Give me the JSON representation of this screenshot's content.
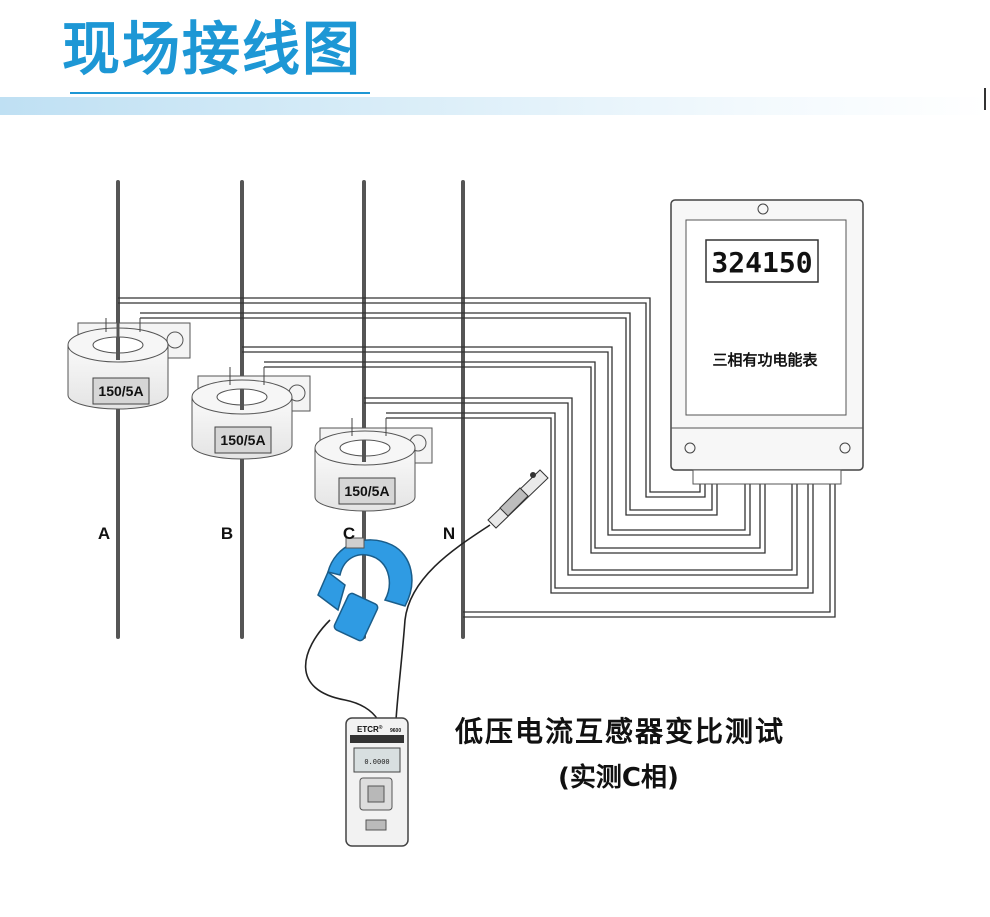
{
  "header": {
    "title": "现场接线图"
  },
  "phases": [
    {
      "id": "A",
      "label": "A"
    },
    {
      "id": "B",
      "label": "B"
    },
    {
      "id": "C",
      "label": "C"
    },
    {
      "id": "N",
      "label": "N"
    }
  ],
  "transformers": [
    {
      "phase": "A",
      "rating": "150/5A"
    },
    {
      "phase": "B",
      "rating": "150/5A"
    },
    {
      "phase": "C",
      "rating": "150/5A"
    }
  ],
  "meter": {
    "reading": "324150",
    "name": "三相有功电能表"
  },
  "tester": {
    "brand": "ETCR",
    "registered_mark": "®",
    "model": "9600",
    "display_reading": "0.0000"
  },
  "caption": {
    "main": "低压电流互感器变比测试",
    "sub": "(实测C相)"
  },
  "colors": {
    "title": "#1d97d5",
    "clamp": "#2f9be3",
    "wire": "#333333"
  }
}
